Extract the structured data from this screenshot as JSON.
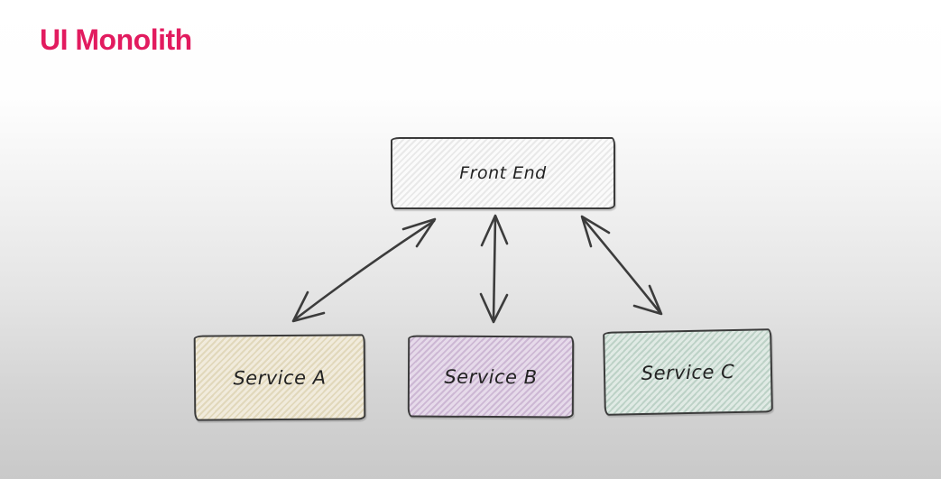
{
  "page": {
    "title": "UI Monolith",
    "title_color": "#e21b5f",
    "background": "white-to-gray vertical gradient"
  },
  "diagram": {
    "style": "hand-drawn sketch with diagonal hatching",
    "stroke_color": "#3c3c3c",
    "nodes": [
      {
        "id": "front-end",
        "label": "Front End",
        "fill": "#f4f4f4",
        "position": "top-center"
      },
      {
        "id": "service-a",
        "label": "Service A",
        "fill": "#e9e1c9",
        "position": "bottom-left"
      },
      {
        "id": "service-b",
        "label": "Service B",
        "fill": "#d9c7df",
        "position": "bottom-center"
      },
      {
        "id": "service-c",
        "label": "Service C",
        "fill": "#cbdcd3",
        "position": "bottom-right"
      }
    ],
    "edges": [
      {
        "from": "front-end",
        "to": "service-a",
        "type": "double-headed-arrow"
      },
      {
        "from": "front-end",
        "to": "service-b",
        "type": "double-headed-arrow"
      },
      {
        "from": "front-end",
        "to": "service-c",
        "type": "double-headed-arrow"
      }
    ]
  }
}
